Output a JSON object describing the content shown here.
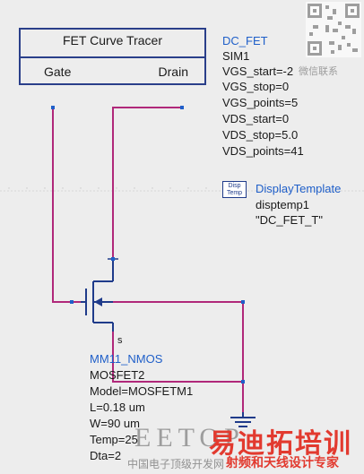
{
  "tracer": {
    "title": "FET Curve Tracer",
    "gate_label": "Gate",
    "drain_label": "Drain"
  },
  "sim": {
    "name": "DC_FET",
    "instance": "SIM1",
    "params": [
      "VGS_start=-2",
      "VGS_stop=0",
      "VGS_points=5",
      "VDS_start=0",
      "VDS_stop=5.0",
      "VDS_points=41"
    ]
  },
  "display_template": {
    "icon_text_1": "Disp",
    "icon_text_2": "Temp",
    "name": "DisplayTemplate",
    "instance": "disptemp1",
    "value": "\"DC_FET_T\""
  },
  "transistor": {
    "source_pin": "s",
    "model_name": "MM11_NMOS",
    "instance": "MOSFET2",
    "params": [
      "Model=MOSFETM1",
      "L=0.18 um",
      "W=90 um",
      "Temp=25",
      "Dta=2"
    ]
  },
  "watermark": {
    "brand_cn": "易迪拓培训",
    "brand_en": "EETOP",
    "sub": "中国电子顶级开发网",
    "sub2": "射频和天线设计专家",
    "qr_caption": "微信联系"
  },
  "colors": {
    "wire": "#b0287a",
    "symbol": "#1f3b8a",
    "label_blue": "#1f5fc9",
    "background": "#ededed",
    "watermark_red": "#e23a2f"
  }
}
